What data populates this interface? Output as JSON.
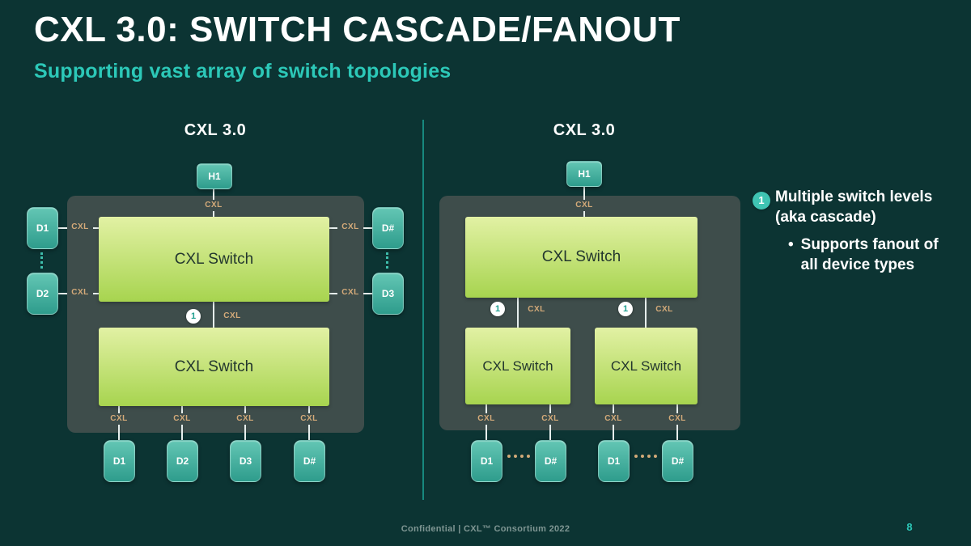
{
  "slide": {
    "title": "CXL 3.0: SWITCH CASCADE/FANOUT",
    "subtitle": "Supporting vast array of switch topologies",
    "footer": "Confidential | CXL™ Consortium 2022",
    "page_number": "8"
  },
  "labels": {
    "cxl": "CXL",
    "badge": "1",
    "bullet_marker": "•"
  },
  "left_diagram": {
    "heading": "CXL 3.0",
    "host": "H1",
    "switch_top": "CXL Switch",
    "switch_bottom": "CXL Switch",
    "side_left": [
      "D1",
      "D2"
    ],
    "side_right": [
      "D#",
      "D3"
    ],
    "bottom_devices": [
      "D1",
      "D2",
      "D3",
      "D#"
    ]
  },
  "right_diagram": {
    "heading": "CXL 3.0",
    "host": "H1",
    "switch_top": "CXL Switch",
    "switch_left": "CXL Switch",
    "switch_right": "CXL Switch",
    "bottom_devices": [
      "D1",
      "D#",
      "D1",
      "D#"
    ]
  },
  "annotation": {
    "badge": "1",
    "line1": "Multiple switch levels",
    "line2": "(aka cascade)",
    "bullet": "Supports fanout of all device types"
  },
  "colors": {
    "background": "#0c3433",
    "accent_teal": "#2cc8b8",
    "panel": "#3e4d4b",
    "switch_green_top": "#e2f1a4",
    "switch_green_bottom": "#a7d44f",
    "device_teal_top": "#63c6b4",
    "device_teal_bottom": "#2e9c8c",
    "cxl_label_tan": "#d4aa79",
    "line_gray": "#e6eeec"
  }
}
